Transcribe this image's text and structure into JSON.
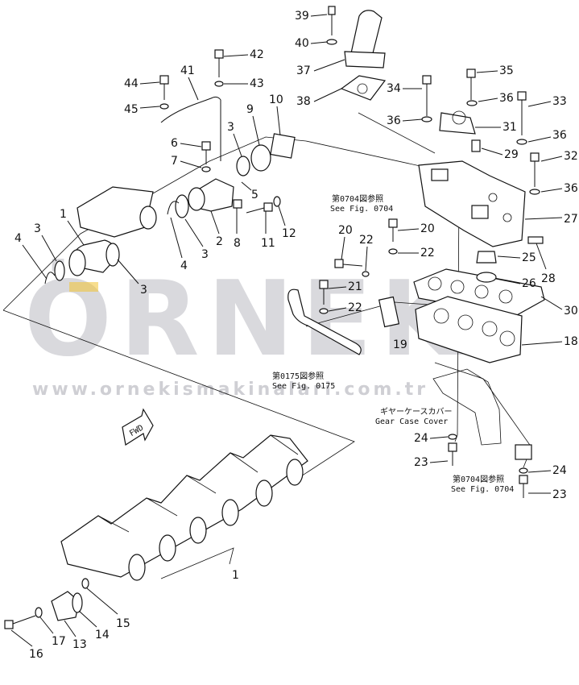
{
  "watermark": {
    "brand": "ÖRNEK",
    "website": "www.ornekismakinalari.com.tr",
    "brand_accent": "#f2c230"
  },
  "references": {
    "fig0704_top_jp": "第0704図参照",
    "fig0704_top_en": "See Fig. 0704",
    "fig0175_jp": "第0175図参照",
    "fig0175_en": "See Fig. 0175",
    "gear_case_jp": "ギヤーケースカバー",
    "gear_case_en": "Gear Case Cover",
    "fig0704_bot_jp": "第0704図参照",
    "fig0704_bot_en": "See Fig. 0704",
    "fwd": "FWD",
    "part19": "19"
  },
  "labels": {
    "n39": "39",
    "n40": "40",
    "n37": "37",
    "n38": "38",
    "n35": "35",
    "n34": "34",
    "n36a": "36",
    "n36b": "36",
    "n33": "33",
    "n31": "31",
    "n36c": "36",
    "n29": "29",
    "n32": "32",
    "n36d": "36",
    "n27": "27",
    "n42": "42",
    "n43": "43",
    "n41": "41",
    "n44": "44",
    "n45": "45",
    "n10": "10",
    "n9": "9",
    "n6": "6",
    "n7": "7",
    "n3a": "3",
    "n5": "5",
    "n12": "12",
    "n8": "8",
    "n11": "11",
    "n2": "2",
    "n1a": "1",
    "n3b": "3",
    "n4a": "4",
    "n3c": "3",
    "n3d": "3",
    "n4b": "4",
    "n20a": "20",
    "n20b": "20",
    "n22a": "22",
    "n22b": "22",
    "n22c": "22",
    "n21": "21",
    "n25": "25",
    "n26": "26",
    "n28": "28",
    "n30": "30",
    "n18": "18",
    "n24a": "24",
    "n23a": "23",
    "n24b": "24",
    "n23b": "23",
    "n1b": "1",
    "n15": "15",
    "n14": "14",
    "n13": "13",
    "n17": "17",
    "n16": "16"
  }
}
